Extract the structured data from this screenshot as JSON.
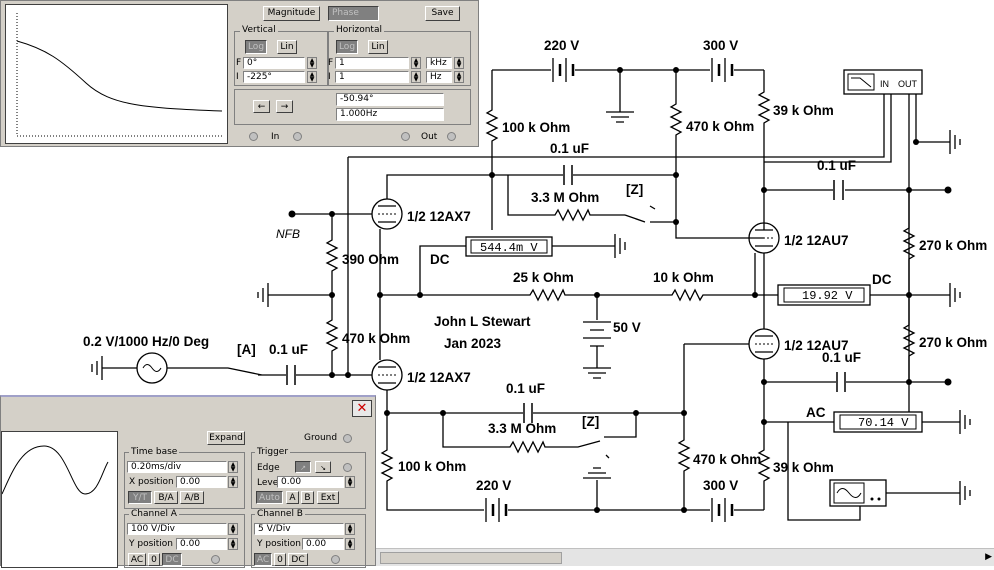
{
  "schematic": {
    "labels": {
      "v220_top": "220 V",
      "v300_top": "300 V",
      "r100k_top": "100 k Ohm",
      "r470k_top": "470 k Ohm",
      "r39k_top": "39 k Ohm",
      "c01_top": "0.1 uF",
      "r33m_top": "3.3 M Ohm",
      "z_top": "[Z]",
      "tube_a_top": "1/2 12AX7",
      "tube_au_top": "1/2 12AU7",
      "c01_right": "0.1 uF",
      "r270k_top": "270 k Ohm",
      "nfb": "NFB",
      "r390": "390  Ohm",
      "dc_left": "DC",
      "r25k": "25 k Ohm",
      "r10k": "10 k Ohm",
      "dc_right": "DC",
      "r470_mid": "470 k Ohm",
      "v50": "50 V",
      "author": "John L Stewart",
      "date": "Jan 2023",
      "source": "0.2 V/1000 Hz/0 Deg",
      "switch_a": "[A]",
      "c01_in": "0.1 uF",
      "tube_a_bot": "1/2 12AX7",
      "tube_au_bot": "1/2 12AU7",
      "c01_right_bot": "0.1 uF",
      "r270k_bot": "270 k Ohm",
      "c01_bot": "0.1 uF",
      "r33m_bot": "3.3 M Ohm",
      "z_bot": "[Z]",
      "ac": "AC",
      "r100k_bot": "100 k Ohm",
      "r470k_bot": "470 k Ohm",
      "r39k_bot": "39 k Ohm",
      "v220_bot": "220 V",
      "v300_bot": "300 V",
      "bode_in": "IN",
      "bode_out": "OUT"
    },
    "meters": {
      "dc_left": "544.4m V",
      "dc_right": "19.92   V",
      "ac": "70.14   V"
    }
  },
  "bode": {
    "magnitude_btn": "Magnitude",
    "phase_btn": "Phase",
    "save_btn": "Save",
    "vertical": "Vertical",
    "horizontal": "Horizontal",
    "log": "Log",
    "lin": "Lin",
    "f_letter": "F",
    "i_letter": "I",
    "v_f": "0°",
    "v_i": "-225°",
    "h_f": "1",
    "h_i": "1",
    "unit_f": "kHz",
    "unit_i": "Hz",
    "readout_phase": "-50.94°",
    "readout_freq": "1.000Hz",
    "left_arrow": "←",
    "right_arrow": "→",
    "in_label": "In",
    "out_label": "Out"
  },
  "scope": {
    "expand": "Expand",
    "ground": "Ground",
    "timebase": "Time base",
    "timebase_value": "0.20ms/div",
    "xpos_label": "X position",
    "xpos_value": "0.00",
    "yt": "Y/T",
    "ba": "B/A",
    "ab": "A/B",
    "trigger": "Trigger",
    "edge": "Edge",
    "level": "Level",
    "level_value": "0.00",
    "auto": "Auto",
    "a": "A",
    "b": "B",
    "ext": "Ext",
    "channel_a": "Channel A",
    "cha_value": "100  V/Div",
    "ypos_a": "Y position",
    "ypos_a_value": "0.00",
    "channel_b": "Channel B",
    "chb_value": "5  V/Div",
    "ypos_b": "Y position",
    "ypos_b_value": "0.00",
    "ac": "AC",
    "zero": "0",
    "dc": "DC",
    "close": "✕"
  }
}
